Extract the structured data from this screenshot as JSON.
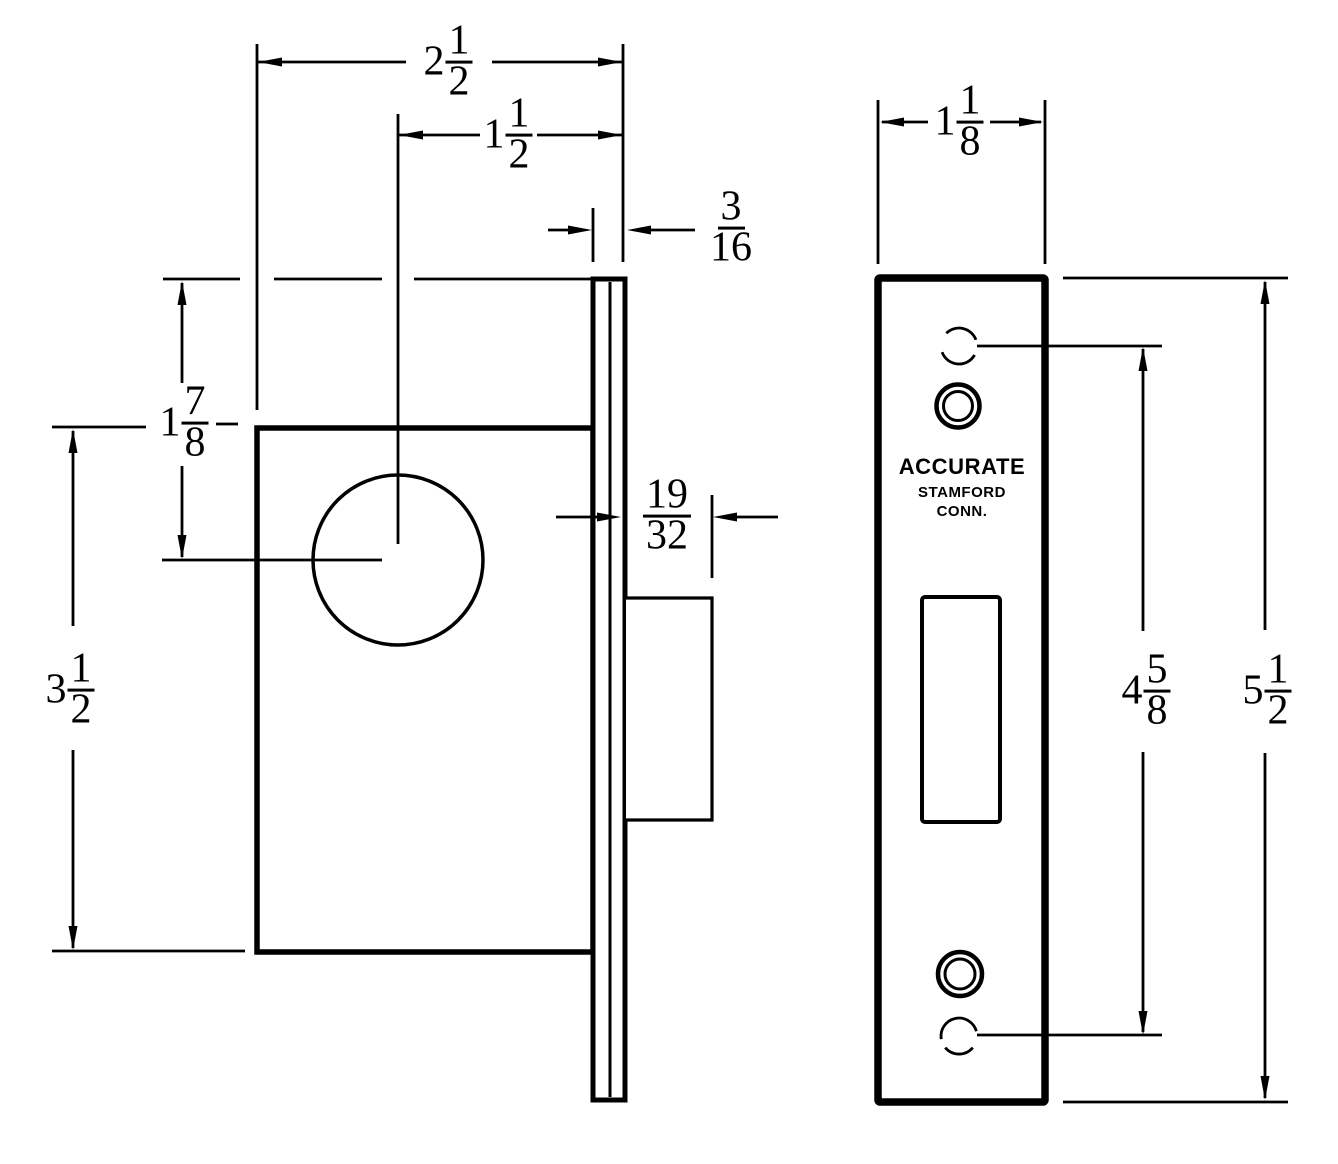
{
  "colors": {
    "ink": "#000000",
    "paper": "#ffffff"
  },
  "brand": {
    "line1": "ACCURATE",
    "line2": "STAMFORD",
    "line3": "CONN."
  },
  "dims": {
    "overall_depth": {
      "whole": "2",
      "num": "1",
      "den": "2"
    },
    "backset": {
      "whole": "1",
      "num": "1",
      "den": "2"
    },
    "faceplate_thickness": {
      "whole": "",
      "num": "3",
      "den": "16"
    },
    "top_to_hub_center": {
      "whole": "1",
      "num": "7",
      "den": "8"
    },
    "case_height": {
      "whole": "3",
      "num": "1",
      "den": "2"
    },
    "bolt_projection": {
      "whole": "",
      "num": "19",
      "den": "32"
    },
    "faceplate_width": {
      "whole": "1",
      "num": "1",
      "den": "8"
    },
    "screw_hole_spacing": {
      "whole": "4",
      "num": "5",
      "den": "8"
    },
    "faceplate_height": {
      "whole": "5",
      "num": "1",
      "den": "2"
    }
  }
}
